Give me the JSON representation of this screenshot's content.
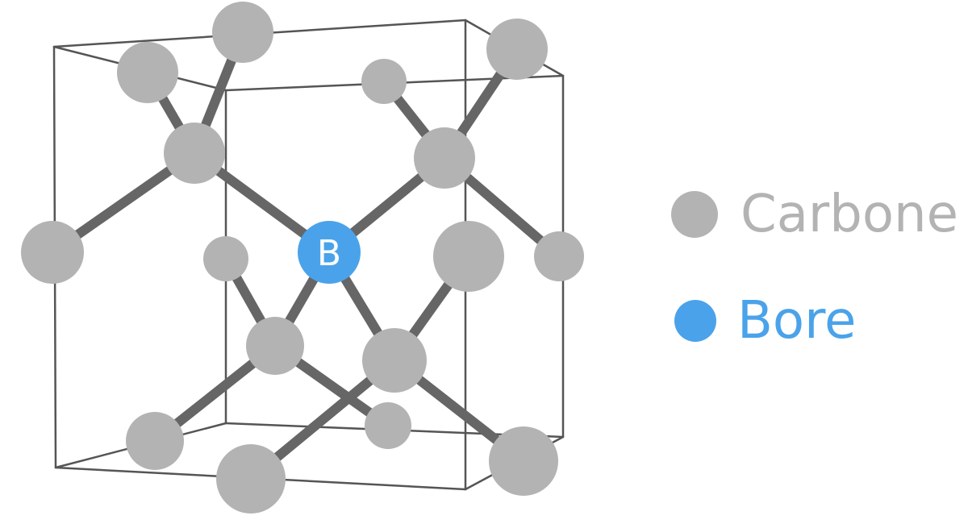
{
  "colors": {
    "carbon": "#b3b3b3",
    "boron": "#4aa3ea",
    "bond": "#666666",
    "cell_edge": "#555555",
    "background": "#ffffff"
  },
  "central_atom": {
    "symbol": "B"
  },
  "legend": {
    "items": [
      {
        "id": "carbon",
        "label": "Carbone"
      },
      {
        "id": "boron",
        "label": "Bore"
      }
    ]
  }
}
